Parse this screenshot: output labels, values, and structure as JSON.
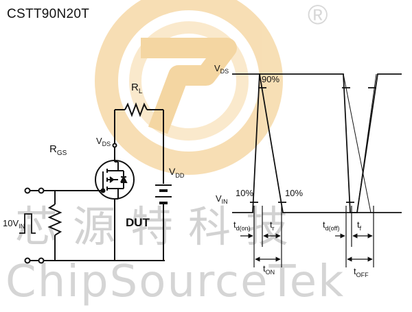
{
  "title": "CSTT90N20T",
  "watermark": {
    "registered_mark": "®",
    "cn": "芯源特科技",
    "en": "ChipSourceTek",
    "logo_color": "#f6d7a6",
    "text_color": "#d9d9d9"
  },
  "circuit": {
    "rgs": {
      "main": "R",
      "sub": "GS"
    },
    "rl": {
      "main": "R",
      "sub": "L"
    },
    "vds": {
      "main": "V",
      "sub": "DS"
    },
    "vdd": {
      "main": "V",
      "sub": "DD"
    },
    "vin_source": {
      "main": "10V",
      "sub": "IN"
    },
    "dut": "DUT"
  },
  "waveform": {
    "vds": {
      "main": "V",
      "sub": "DS"
    },
    "vin": {
      "main": "V",
      "sub": "IN"
    },
    "pct90": "90%",
    "pct10_left": "10%",
    "pct10_right": "10%",
    "td_on": {
      "main": "t",
      "sub": "d(on)"
    },
    "tr": {
      "main": "t",
      "sub": "r"
    },
    "ton": {
      "main": "t",
      "sub": "ON"
    },
    "td_off": {
      "main": "t",
      "sub": "d(off)"
    },
    "tf": {
      "main": "t",
      "sub": "f"
    },
    "toff": {
      "main": "t",
      "sub": "OFF"
    }
  },
  "colors": {
    "line": "#111111"
  }
}
